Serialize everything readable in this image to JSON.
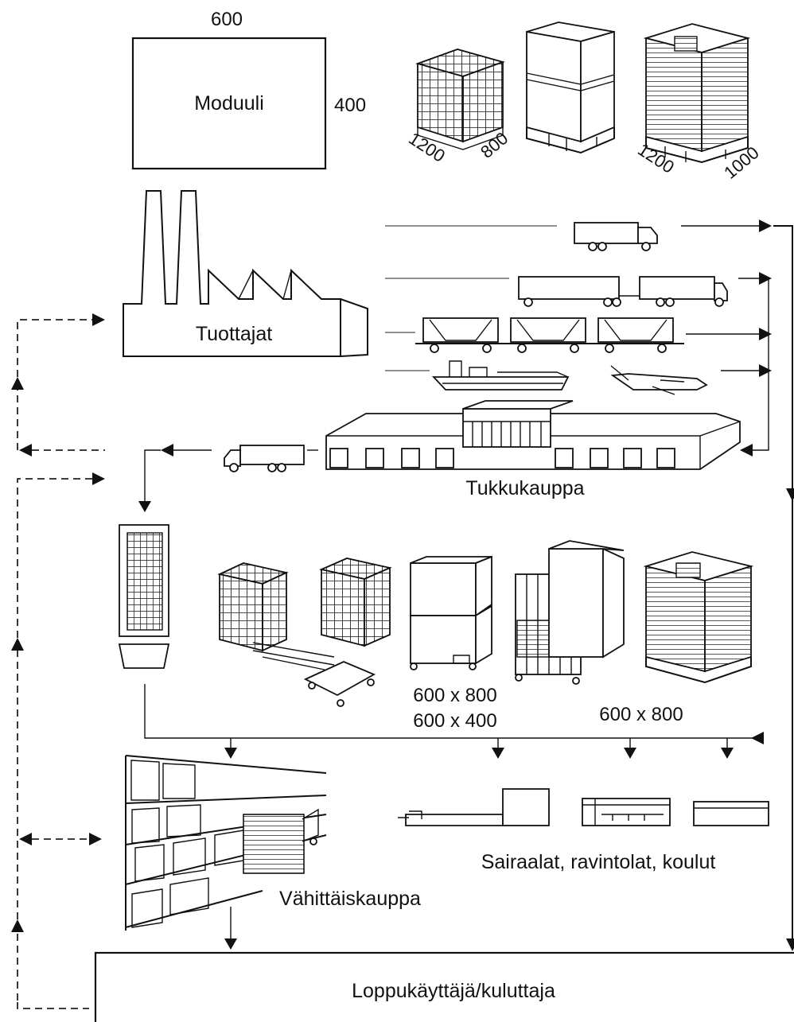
{
  "module": {
    "label": "Moduuli",
    "width": "600",
    "height": "400"
  },
  "pallets": {
    "small_dim_1": "1200",
    "small_dim_2": "800",
    "large_dim_1": "1200",
    "large_dim_2": "1000"
  },
  "nodes": {
    "producers": "Tuottajat",
    "wholesale": "Tukkukauppa",
    "retail": "Vähittäiskauppa",
    "institutions": "Sairaalat, ravintolat, koulut",
    "end_user": "Loppukäyttäjä/kuluttaja"
  },
  "load_carriers": {
    "roll_container_sizes_line1": "600 x 800",
    "roll_container_sizes_line2": "600 x 400",
    "pallet_size": "600 x 800"
  },
  "transport_modes": [
    "truck-icon",
    "road-train-icon",
    "rail-wagons-icon",
    "cargo-ship-icon",
    "airplane-icon"
  ],
  "colors": {
    "line": "#111111",
    "background": "#ffffff"
  }
}
